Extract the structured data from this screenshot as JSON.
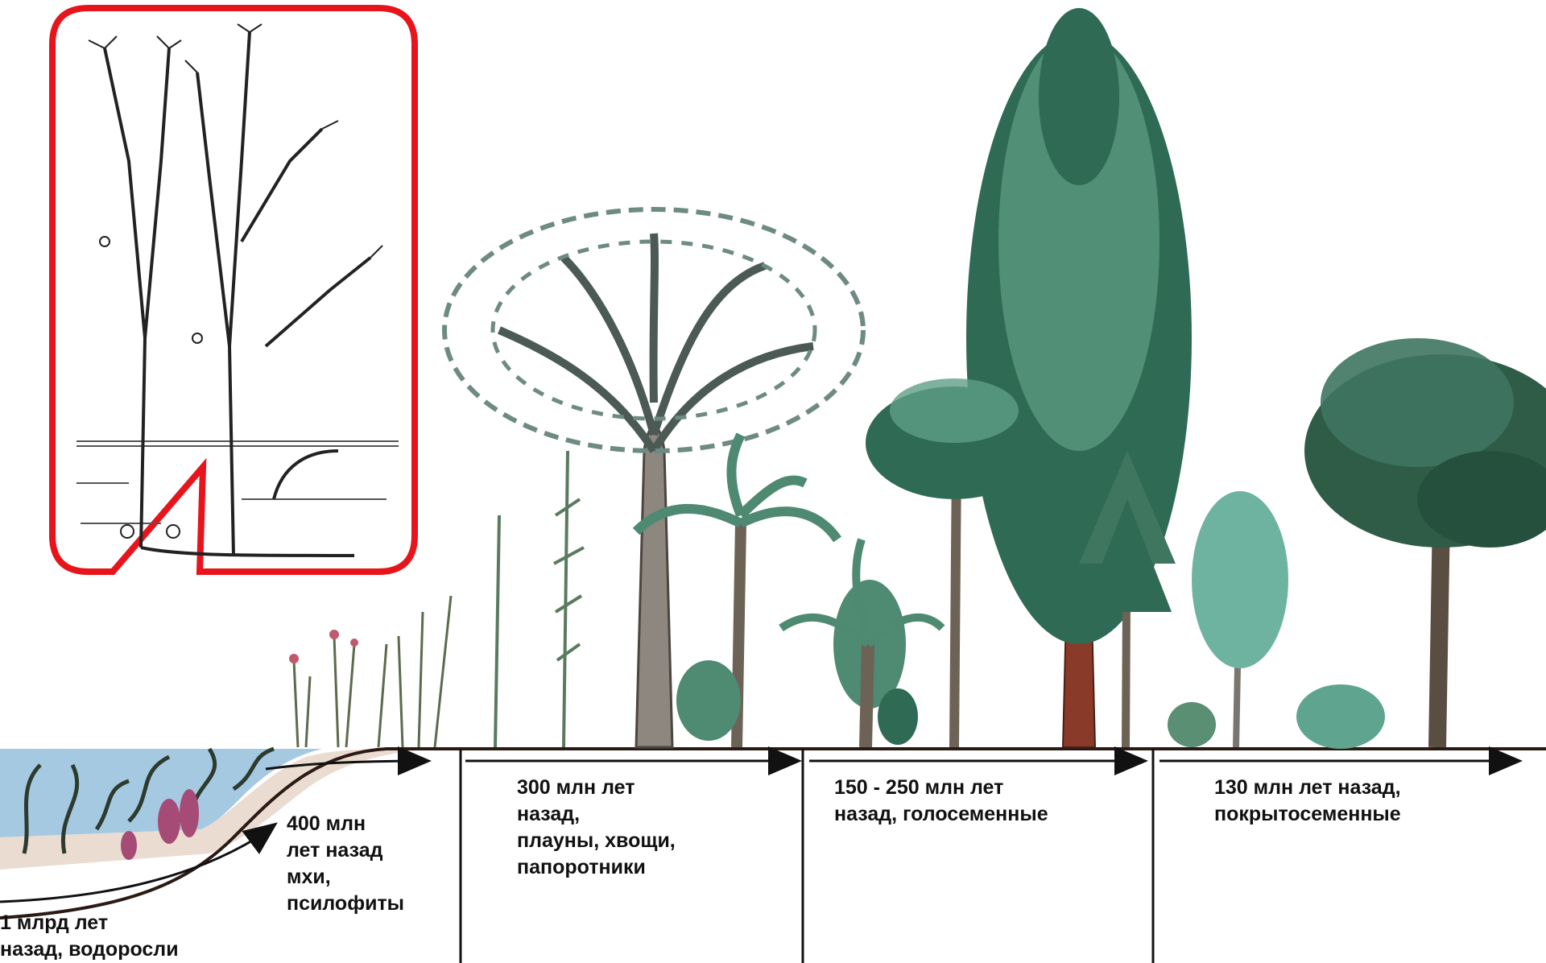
{
  "eras": [
    {
      "id": "algae",
      "label": "1 млрд лет\nназад, водоросли"
    },
    {
      "id": "mosses",
      "label": "400 млн\nлет назад\nмхи,\nпсилофиты"
    },
    {
      "id": "ferns",
      "label": "300 млн лет\nназад,\nплауны, хвощи,\nпапоротники"
    },
    {
      "id": "gymnosperms",
      "label": "150 - 250 млн лет\nназад, голосеменные"
    },
    {
      "id": "angiosperms",
      "label": "130 млн лет назад,\nпокрытосеменные"
    }
  ],
  "colors": {
    "highlight_frame": "#e8141b",
    "water": "#9cc3df",
    "ground_line": "#2b1a14",
    "foliage_dark": "#2f6a55",
    "foliage_light": "#5f9f86",
    "trunk": "#6c6256",
    "redwood_trunk": "#8a3a28"
  },
  "icons": {
    "inset": "psilophyte-sketch-icon",
    "timeline": "arrow-right-icon"
  }
}
